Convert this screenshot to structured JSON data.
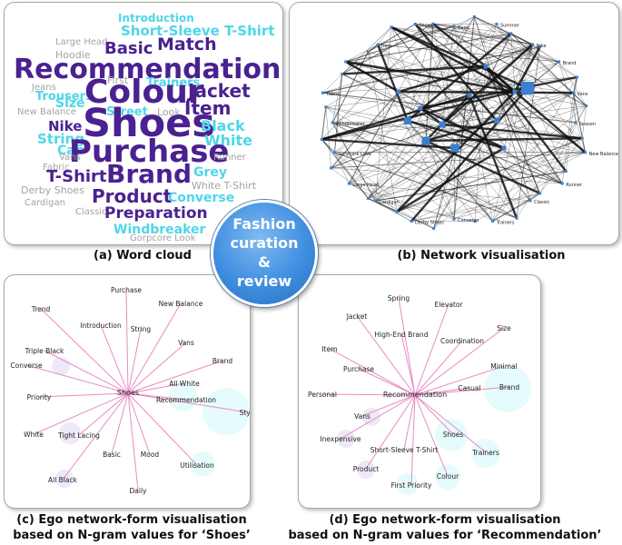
{
  "center_label": [
    "Fashion",
    "curation",
    "&",
    "review"
  ],
  "captions": {
    "a": "(a) Word cloud",
    "b": "(b) Network visualisation",
    "c": [
      "(c) Ego network-form visualisation",
      "based on N-gram values for ‘Shoes’"
    ],
    "d": [
      "(d) Ego network-form visualisation",
      "based on N-gram values for ‘Recommendation’"
    ]
  },
  "colors": {
    "dark_purple": "#4a2191",
    "cyan": "#4fd6e8",
    "grey": "#a3a3a3",
    "ego_edge": "#e88bc4",
    "bubble_cyan": "#e6fbfb",
    "bubble_purple": "#eee8f8",
    "net_node": "#3a7fd0"
  },
  "word_cloud": {
    "words": [
      {
        "text": "Introduction",
        "c": "cyan"
      },
      {
        "text": "Short-Sleeve T-Shirt",
        "c": "cyan"
      },
      {
        "text": "Large Head",
        "c": "grey"
      },
      {
        "text": "Basic",
        "c": "dark_purple"
      },
      {
        "text": "Match",
        "c": "dark_purple"
      },
      {
        "text": "Hoodie",
        "c": "grey"
      },
      {
        "text": "Recommendation",
        "c": "dark_purple"
      },
      {
        "text": "Jeans",
        "c": "grey"
      },
      {
        "text": "First",
        "c": "grey"
      },
      {
        "text": "Trainers",
        "c": "cyan"
      },
      {
        "text": "Trousers",
        "c": "cyan"
      },
      {
        "text": "Colour",
        "c": "dark_purple"
      },
      {
        "text": "Jacket",
        "c": "dark_purple"
      },
      {
        "text": "Size",
        "c": "cyan"
      },
      {
        "text": "Item",
        "c": "dark_purple"
      },
      {
        "text": "New Balance",
        "c": "grey"
      },
      {
        "text": "Look",
        "c": "grey"
      },
      {
        "text": "Street",
        "c": "cyan"
      },
      {
        "text": "Nike",
        "c": "dark_purple"
      },
      {
        "text": "Shoes",
        "c": "dark_purple"
      },
      {
        "text": "Black",
        "c": "cyan"
      },
      {
        "text": "String",
        "c": "cyan"
      },
      {
        "text": "White",
        "c": "cyan"
      },
      {
        "text": "Cap",
        "c": "cyan"
      },
      {
        "text": "Purchase",
        "c": "dark_purple"
      },
      {
        "text": "Vans",
        "c": "grey"
      },
      {
        "text": "Runner",
        "c": "grey"
      },
      {
        "text": "Fabric",
        "c": "grey"
      },
      {
        "text": "T-Shirt",
        "c": "dark_purple"
      },
      {
        "text": "Brand",
        "c": "dark_purple"
      },
      {
        "text": "Grey",
        "c": "cyan"
      },
      {
        "text": "Derby Shoes",
        "c": "grey"
      },
      {
        "text": "White T-Shirt",
        "c": "grey"
      },
      {
        "text": "Cardigan",
        "c": "grey"
      },
      {
        "text": "Product",
        "c": "dark_purple"
      },
      {
        "text": "Converse",
        "c": "cyan"
      },
      {
        "text": "Classic",
        "c": "grey"
      },
      {
        "text": "Preparation",
        "c": "dark_purple"
      },
      {
        "text": "Windbreaker",
        "c": "cyan"
      },
      {
        "text": "Gorpcore Look",
        "c": "grey"
      }
    ]
  },
  "network": {
    "labels": [
      "Summer",
      "Nike",
      "Vans",
      "Season",
      "New Balance",
      "Runner",
      "Classic",
      "Trainers",
      "Converse",
      "Derby Shoes",
      "Cardigan",
      "Large Head",
      "Gorpcore Look",
      "Windbreaker",
      "Fabric",
      "Jacket",
      "Item",
      "Shoes",
      "Brand",
      "Basic"
    ]
  },
  "ego_shoes": {
    "center": "Shoes",
    "nodes": [
      "Purchase",
      "New Balance",
      "Trend",
      "Introduction",
      "String",
      "Vans",
      "Triple Black",
      "Brand",
      "Converse",
      "All White",
      "Priority",
      "Style",
      "Recommendation",
      "White",
      "Tight Lacing",
      "Basic",
      "Mood",
      "Utilisation",
      "All Black",
      "Daily"
    ]
  },
  "ego_recommendation": {
    "center": "Recommendation",
    "nodes": [
      "Spring",
      "Elevator",
      "Jacket",
      "High-End Brand",
      "Size",
      "Coordination",
      "Item",
      "Minimal",
      "Purchase",
      "Personal",
      "Casual",
      "Brand",
      "Vans",
      "Inexpensive",
      "Shoes",
      "Short-Sleeve T-Shirt",
      "Trainers",
      "Product",
      "Colour",
      "First Priority"
    ]
  }
}
